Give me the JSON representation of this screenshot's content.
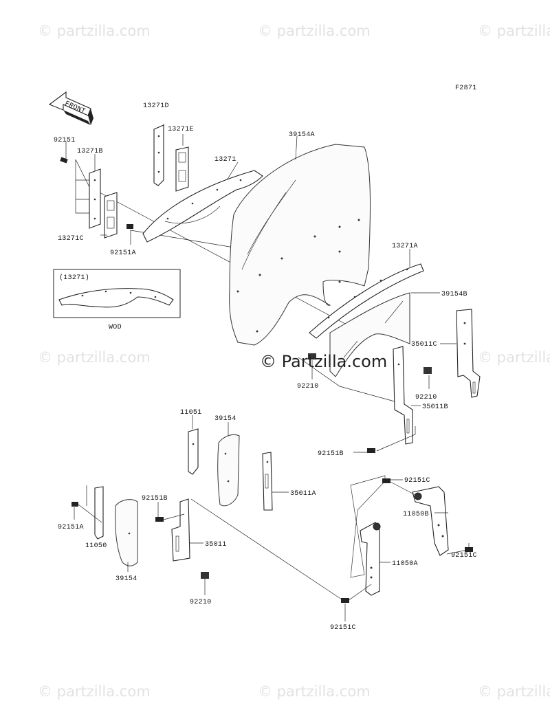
{
  "diagram": {
    "figure_code": "F2871",
    "front_arrow": "FRONT",
    "watermark_text": "© Partzilla.com",
    "watermark_small": "© partzilla.com",
    "inset": {
      "title": "(13271)",
      "caption": "WOD"
    },
    "labels": {
      "p92151": "92151",
      "p13271B": "13271B",
      "p13271C": "13271C",
      "p92151A_top": "92151A",
      "p13271D": "13271D",
      "p13271E": "13271E",
      "p13271": "13271",
      "p39154A": "39154A",
      "p13271A": "13271A",
      "p39154B": "39154B",
      "p35011C": "35011C",
      "p92210_mid": "92210",
      "p92210_right": "92210",
      "p35011B": "35011B",
      "p92151B_right": "92151B",
      "p11051": "11051",
      "p39154_mid": "39154",
      "p35011A": "35011A",
      "p92151C_top": "92151C",
      "p11050B": "11050B",
      "p92151C_right": "92151C",
      "p11050A": "11050A",
      "p92151C_bottom": "92151C",
      "p92151B_left": "92151B",
      "p35011": "35011",
      "p92151A_left": "92151A",
      "p11050": "11050",
      "p39154_left": "39154",
      "p92210_bottom": "92210"
    }
  }
}
